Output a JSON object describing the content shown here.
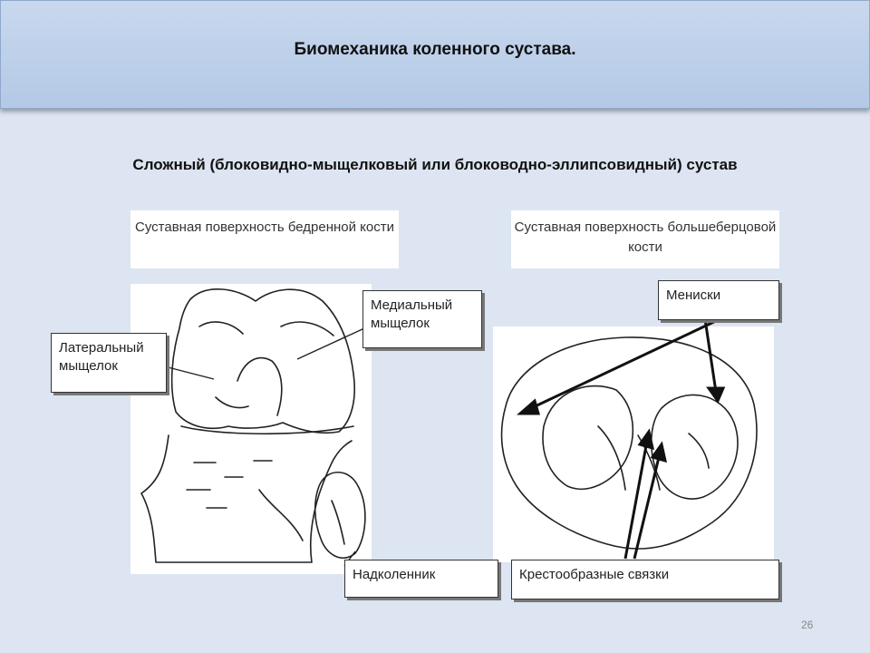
{
  "slide": {
    "title": "Биомеханика коленного сустава.",
    "subtitle": "Сложный (блоковидно-мыщелковый или блоководно-эллипсовидный) сустав",
    "page_number": "26"
  },
  "captions": {
    "femur": "Суставная поверхность бедренной кости",
    "tibia": "Суставная поверхность большеберцовой кости"
  },
  "labels": {
    "lateral_condyle": "Латеральный мыщелок",
    "medial_condyle": "Медиальный мыщелок",
    "patella": "Надколенник",
    "menisci": "Мениски",
    "cruciate_ligaments": "Крестообразные связки"
  },
  "colors": {
    "background": "#dce5f1",
    "header": "#b4c9e6"
  }
}
